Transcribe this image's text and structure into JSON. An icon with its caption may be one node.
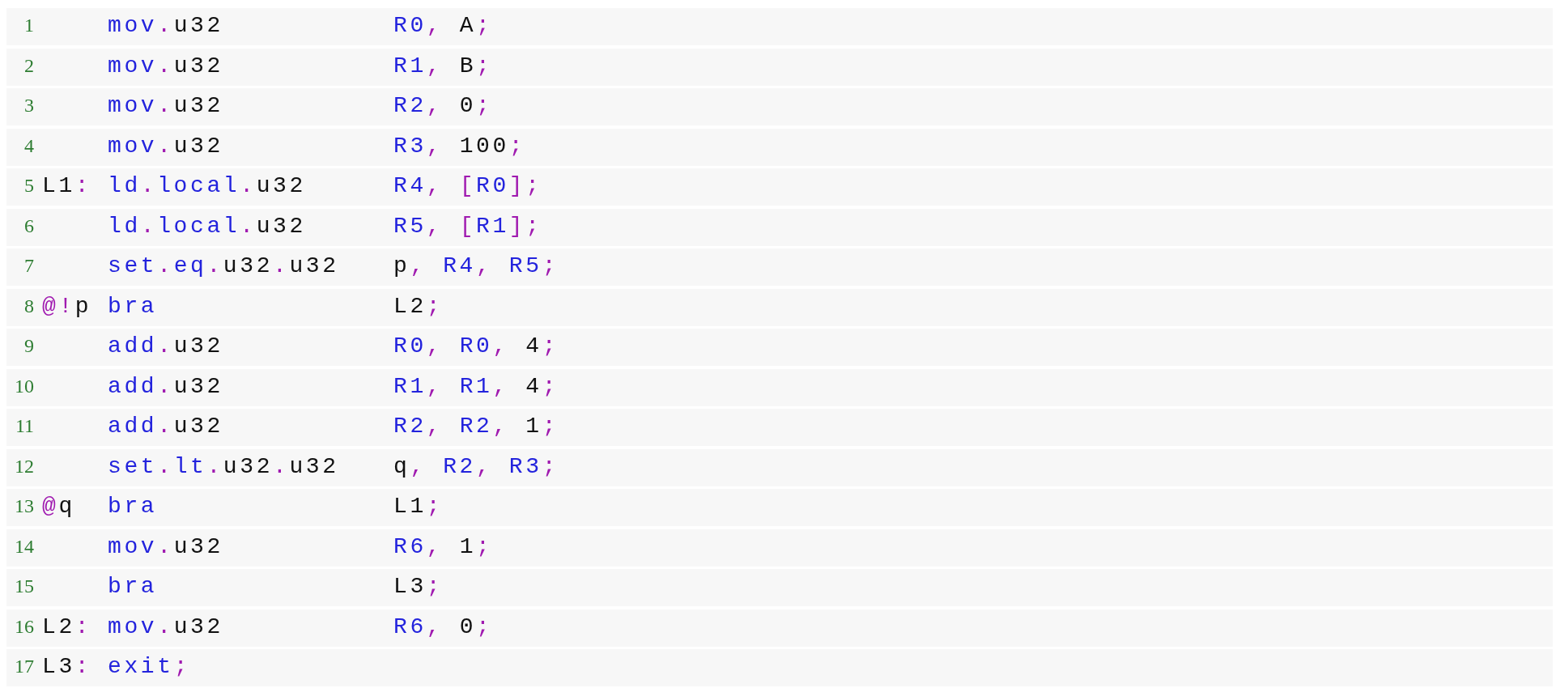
{
  "diagram": {
    "labels": [
      "1",
      "mov.u32",
      "R0, A;",
      "2",
      "mov.u32",
      "R1, B;",
      "3",
      "mov.u32",
      "R2, 0;",
      "4",
      "mov.u32",
      "R3, 100;",
      "5",
      "L1:",
      "ld.local.u32",
      "R4, [R0];",
      "6",
      "ld.local.u32",
      "R5, [R1];",
      "7",
      "set.eq.u32.u32",
      "p, R4, R5;",
      "8",
      "@!p",
      "bra",
      "L2;",
      "9",
      "add.u32",
      "R0, R0, 4;",
      "10",
      "add.u32",
      "R1, R1, 4;",
      "11",
      "add.u32",
      "R2, R2, 1;",
      "12",
      "set.lt.u32.u32",
      "q, R2, R3;",
      "13",
      "@q",
      "bra",
      "L1;",
      "14",
      "mov.u32",
      "R6, 1;",
      "15",
      "bra",
      "L3;",
      "16",
      "L2:",
      "mov.u32",
      "R6, 0;",
      "17",
      "L3:",
      "exit;"
    ]
  }
}
